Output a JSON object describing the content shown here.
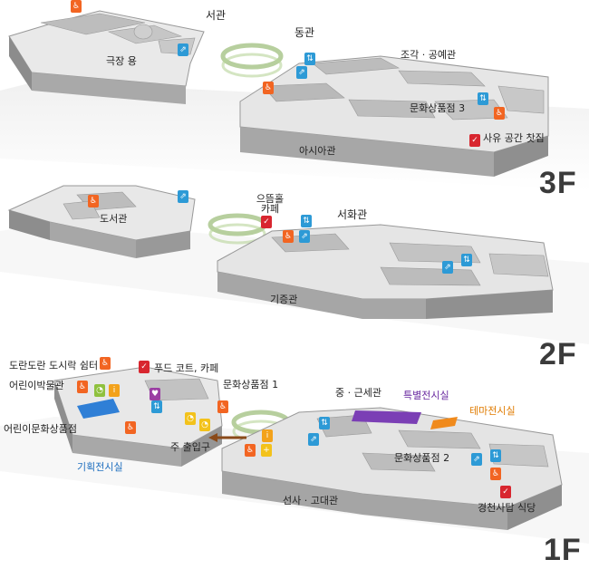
{
  "floors": {
    "f3": {
      "label": "3F",
      "rooms": {
        "seogwan": "서관",
        "donggwan": "동관",
        "theater": "극장 용",
        "sculpture": "조각 · 공예관",
        "shop3": "문화상품점 3",
        "cafe": "사유 공간 찻집",
        "asia": "아시아관"
      }
    },
    "f2": {
      "label": "2F",
      "rooms": {
        "cafe_name": "으뜸홀",
        "cafe_word": "카페",
        "library": "도서관",
        "painting": "서화관",
        "donation": "기증관"
      }
    },
    "f1": {
      "label": "1F",
      "rooms": {
        "lunch": "도란도란 도시락 쉼터",
        "foodcourt": "푸드 코트, 카페",
        "children": "어린이박물관",
        "children_shop": "어린이문화상품점",
        "shop1": "문화상품점 1",
        "medieval": "중 · 근세관",
        "special": "특별전시실",
        "theme": "테마전시실",
        "planning": "기획전시실",
        "entrance": "주 출입구",
        "shop2": "문화상품점 2",
        "prehistoric": "선사 · 고대관",
        "restaurant": "경천사탑 식당"
      }
    }
  },
  "icons": {
    "restroom": "restroom-icon",
    "elevator": "elevator-icon",
    "escalator": "escalator-icon",
    "restaurant": "restaurant-icon",
    "info": "information-icon",
    "first_aid": "first-aid-icon",
    "stroller": "stroller-icon",
    "nursing": "nursing-room-icon"
  },
  "colors": {
    "special_exhibition": "#7b3fb5",
    "theme_exhibition": "#f08a1c",
    "planning_exhibition": "#2f7fd6",
    "restroom": "#f26522",
    "elevator": "#2d9ad6",
    "restaurant": "#d8262f",
    "building_top": "#e4e4e4",
    "building_wall": "#9a9a9a"
  }
}
